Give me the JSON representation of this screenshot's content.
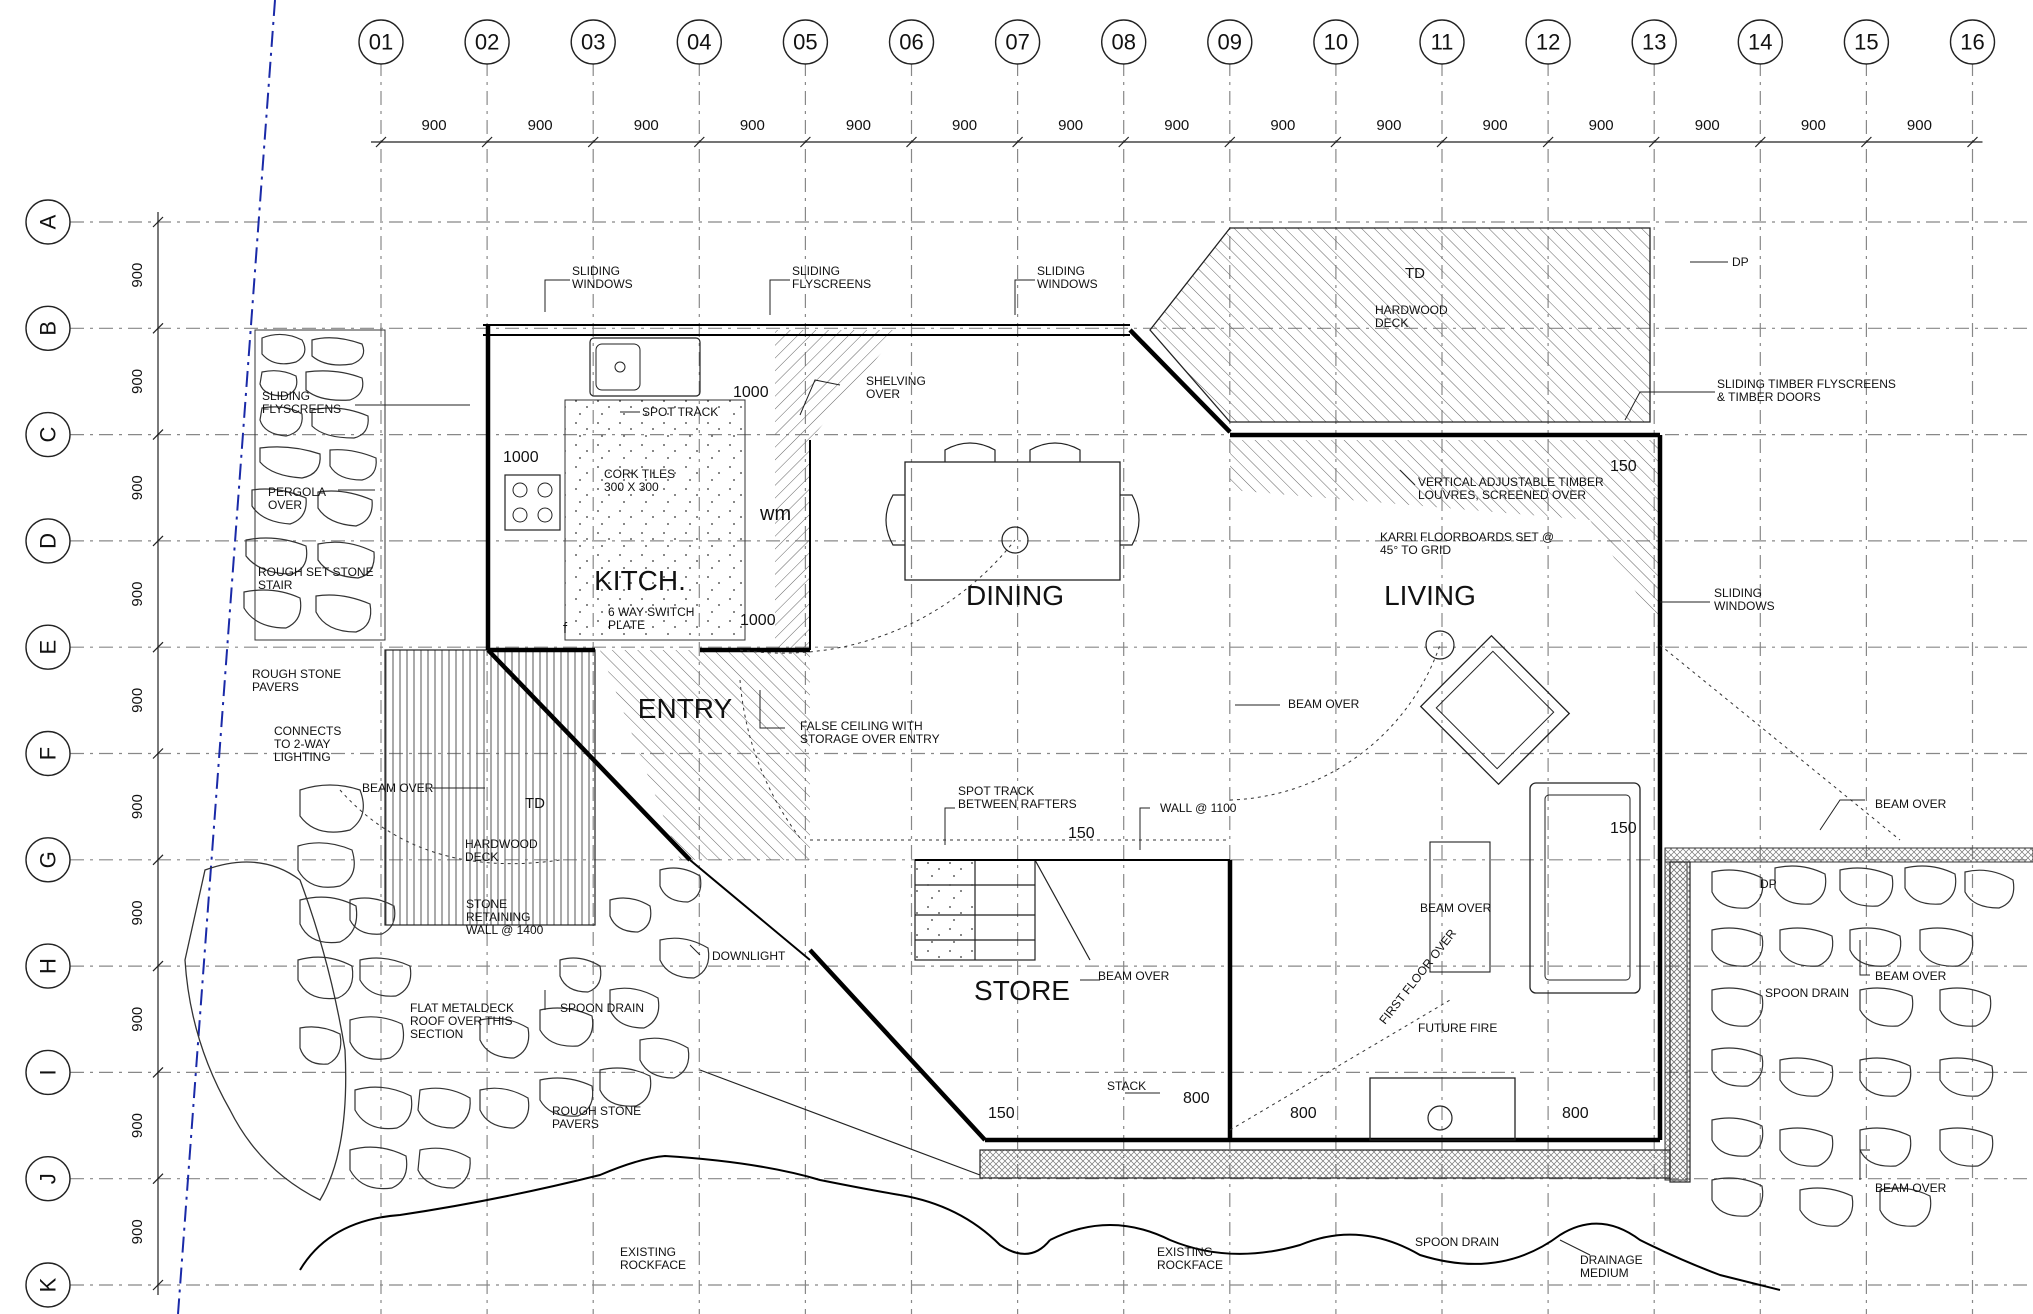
{
  "grid": {
    "columns": [
      "01",
      "02",
      "03",
      "04",
      "05",
      "06",
      "07",
      "08",
      "09",
      "10",
      "11",
      "12",
      "13",
      "14",
      "15",
      "16"
    ],
    "rows": [
      "A",
      "B",
      "C",
      "D",
      "E",
      "F",
      "G",
      "H",
      "I",
      "J",
      "K"
    ],
    "col_spacing_label": "900",
    "row_spacing_label": "900"
  },
  "rooms": {
    "kitchen": "KITCH.",
    "dining": "DINING",
    "living": "LIVING",
    "entry": "ENTRY",
    "store": "STORE"
  },
  "notes": {
    "sliding_windows_1": "SLIDING\nWINDOWS",
    "sliding_flyscreens_top": "SLIDING\nFLYSCREENS",
    "sliding_windows_2": "SLIDING\nWINDOWS",
    "td_top": "TD",
    "hardwood_deck_top": "HARDWOOD\nDECK",
    "dp_top": "DP",
    "sliding_timber": "SLIDING TIMBER FLYSCREENS\n& TIMBER DOORS",
    "shelving_over": "SHELVING\nOVER",
    "spot_track": "SPOT TRACK",
    "sliding_flyscreens_left": "SLIDING\nFLYSCREENS",
    "pergola_over": "PERGOLA\nOVER",
    "cork_tiles": "CORK TILES\n300 X 300",
    "wm": "wm",
    "vertical_louvres": "VERTICAL ADJUSTABLE TIMBER\nLOUVRES, SCREENED OVER",
    "karri": "KARRI FLOORBOARDS SET @\n45° TO GRID",
    "rough_stair": "ROUGH SET STONE\nSTAIR",
    "six_way": "6 WAY SWITCH\nPLATE",
    "f": "f",
    "sliding_windows_right": "SLIDING\nWINDOWS",
    "rough_pavers_left": "ROUGH STONE\nPAVERS",
    "beam_over_entry": "BEAM OVER",
    "connects": "CONNECTS\nTO 2-WAY\nLIGHTING",
    "false_ceiling": "FALSE CEILING WITH\nSTORAGE OVER ENTRY",
    "beam_over_left": "BEAM OVER",
    "td_bottom": "TD",
    "spot_rafters": "SPOT TRACK\nBETWEEN RAFTERS",
    "wall_1100": "WALL @ 1100",
    "hardwood_deck_bottom": "HARDWOOD\nDECK",
    "stone_retaining": "STONE\nRETAINING\nWALL @ 1400",
    "beam_over_right_top": "BEAM OVER",
    "dp_right": "DP",
    "beam_over_living": "BEAM OVER",
    "downlight": "DOWNLIGHT",
    "first_floor_over": "FIRST FLOOR OVER",
    "beam_over_store": "BEAM OVER",
    "beam_over_right_mid": "BEAM OVER",
    "flat_metaldeck": "FLAT METALDECK\nROOF OVER THIS\nSECTION",
    "spoon_drain_left": "SPOON DRAIN",
    "spoon_drain_right": "SPOON DRAIN",
    "future_fire": "FUTURE FIRE",
    "stack": "STACK",
    "rough_pavers_bottom": "ROUGH STONE\nPAVERS",
    "beam_over_right_bottom": "BEAM OVER",
    "existing_rockface_left": "EXISTING\nROCKFACE",
    "existing_rockface_mid": "EXISTING\nROCKFACE",
    "spoon_drain_bottom": "SPOON DRAIN",
    "drainage_medium": "DRAINAGE\nMEDIUM"
  },
  "dims": {
    "d1000_a": "1000",
    "d1000_b": "1000",
    "d1000_c": "1000",
    "d150_a": "150",
    "d150_b": "150",
    "d150_c": "150",
    "d150_d": "150",
    "d800_a": "800",
    "d800_b": "800",
    "d800_c": "800"
  }
}
